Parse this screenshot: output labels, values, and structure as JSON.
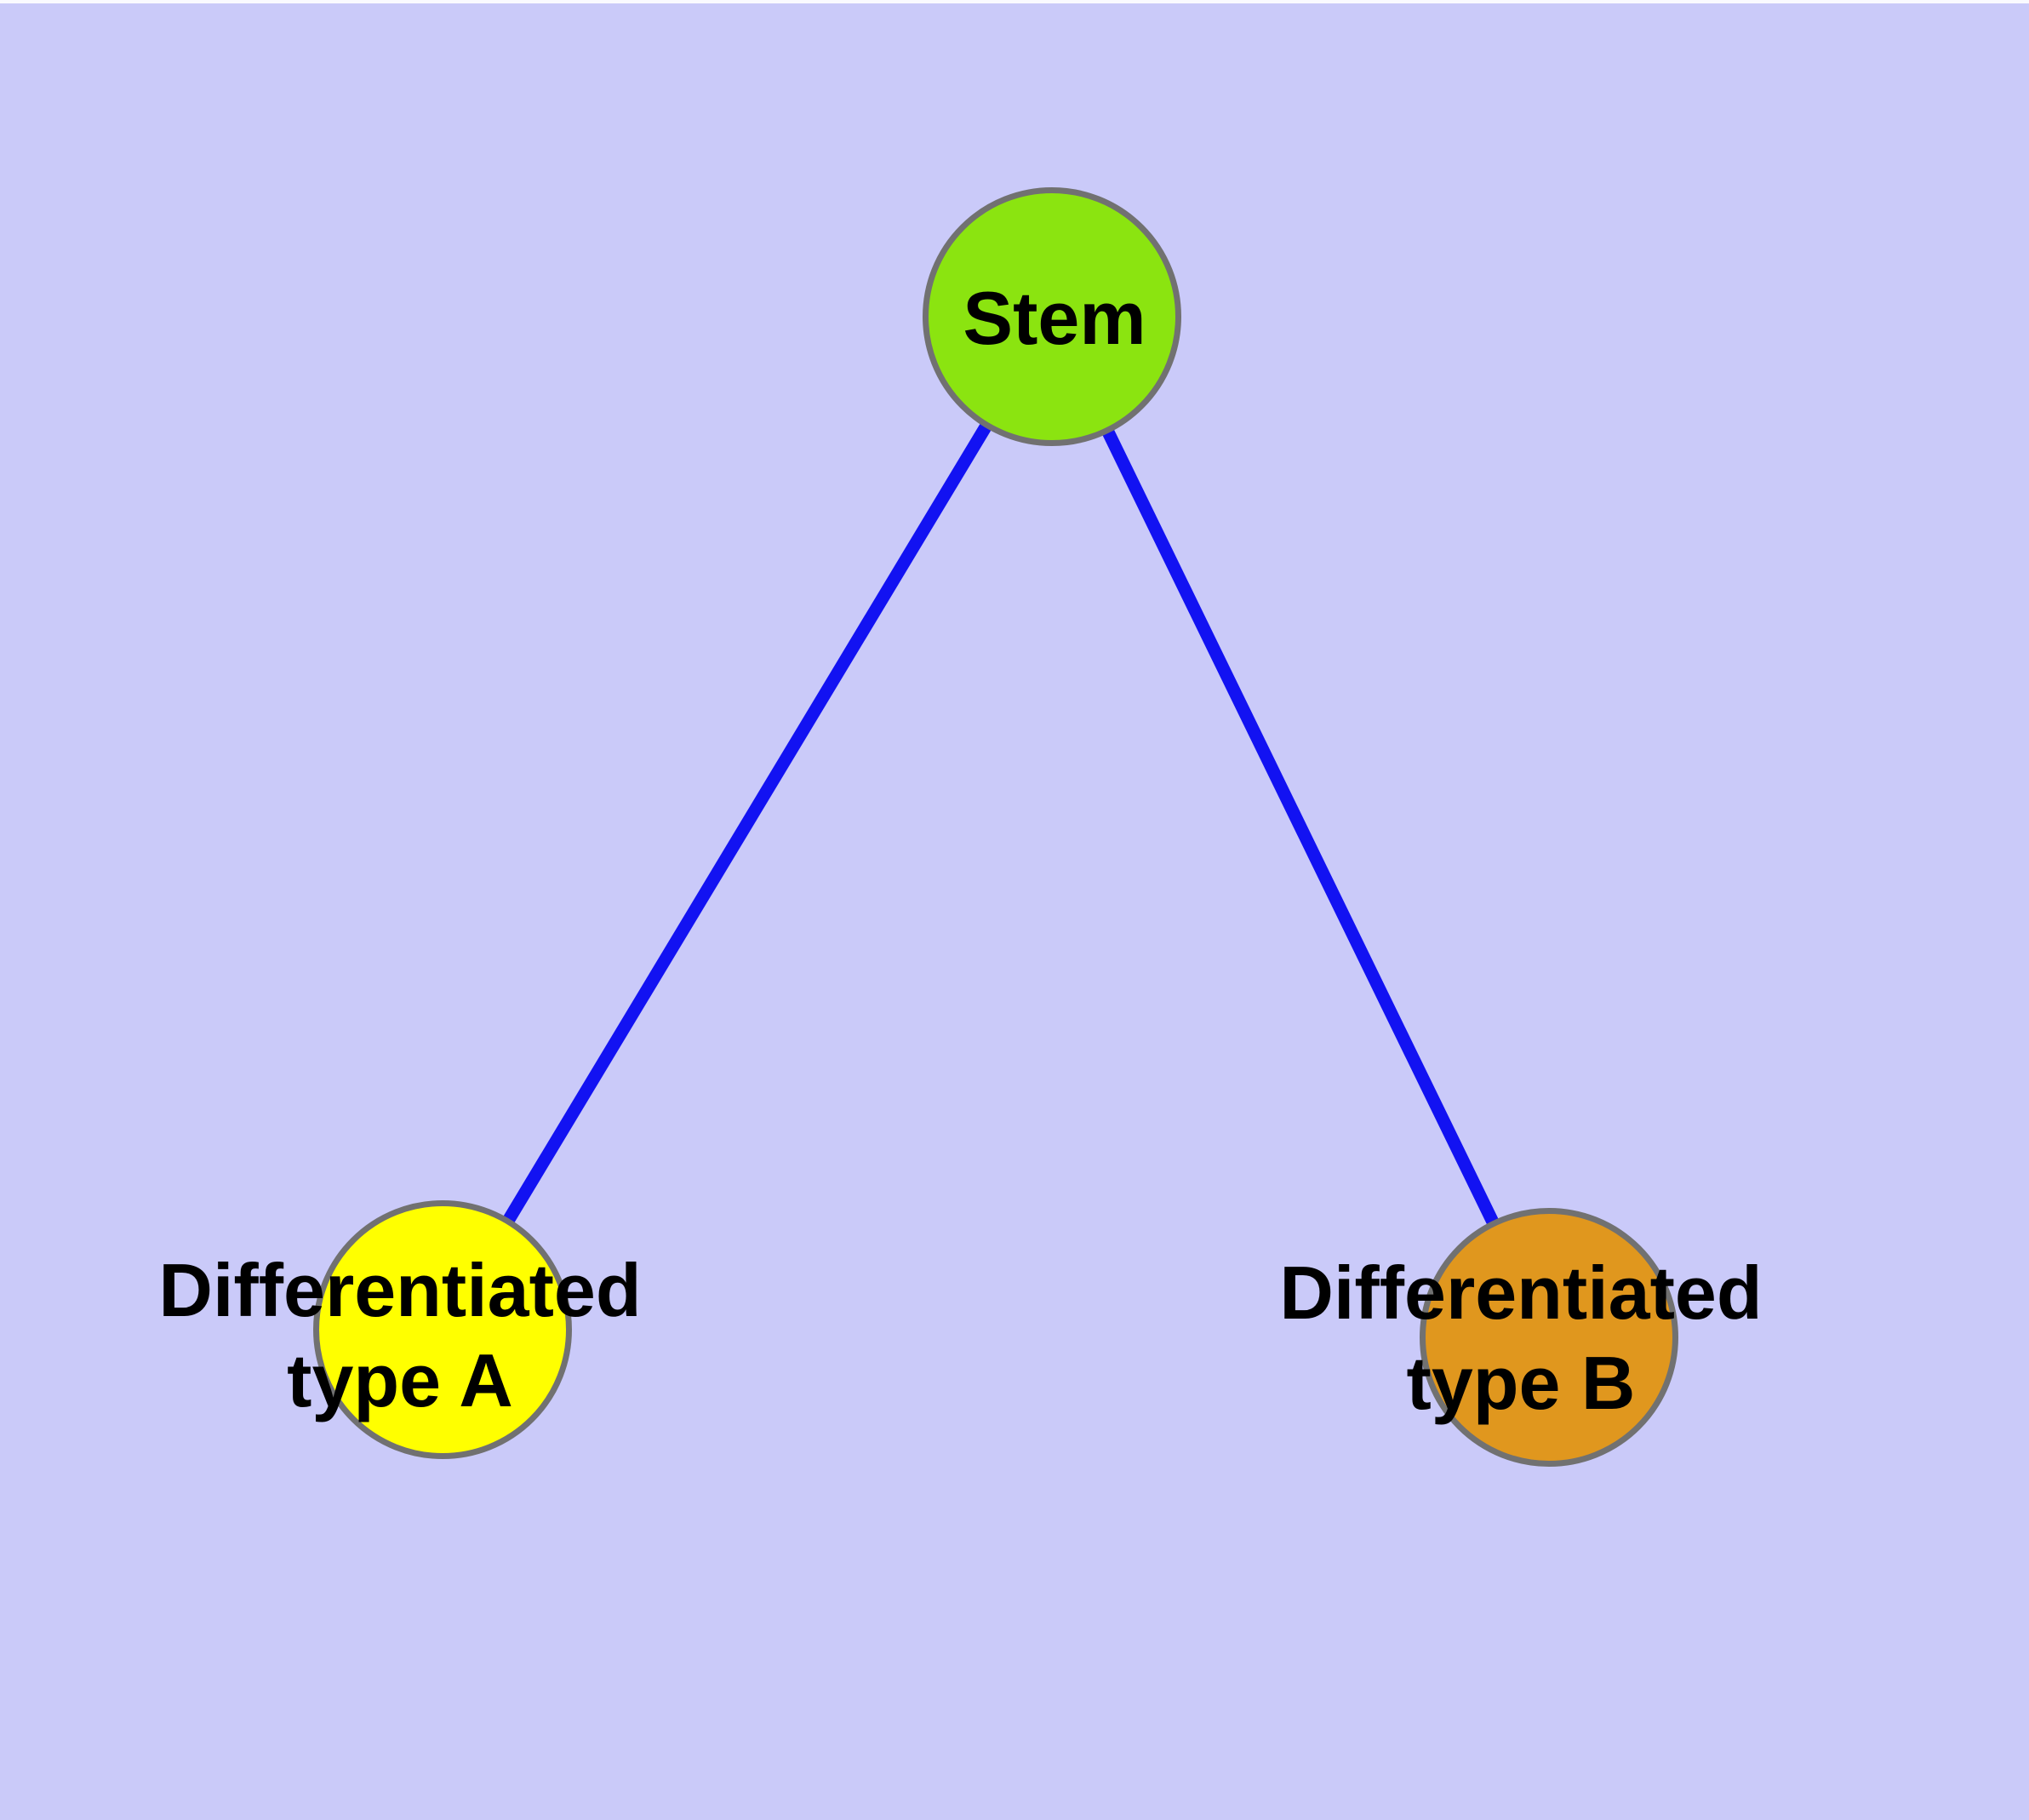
{
  "diagram": {
    "type": "node-link-graph",
    "background_color": "#CACAF9",
    "node_border_color": "#717171",
    "edge_color": "#1212F2",
    "label_text_color": "#000000",
    "nodes": {
      "stem": {
        "label": "Stem",
        "fill": "#8BE410",
        "shape": "circle"
      },
      "typeA": {
        "label_line1": "Differentiated",
        "label_line2": "type A",
        "fill": "#FFFF00",
        "shape": "circle"
      },
      "typeB": {
        "label_line1": "Differentiated",
        "label_line2": "type B",
        "fill": "#E0971E",
        "shape": "circle"
      }
    },
    "edges": [
      {
        "from": "Stem",
        "to": "Differentiated type A",
        "color": "#1212F2"
      },
      {
        "from": "Stem",
        "to": "Differentiated type B",
        "color": "#1212F2"
      }
    ]
  }
}
